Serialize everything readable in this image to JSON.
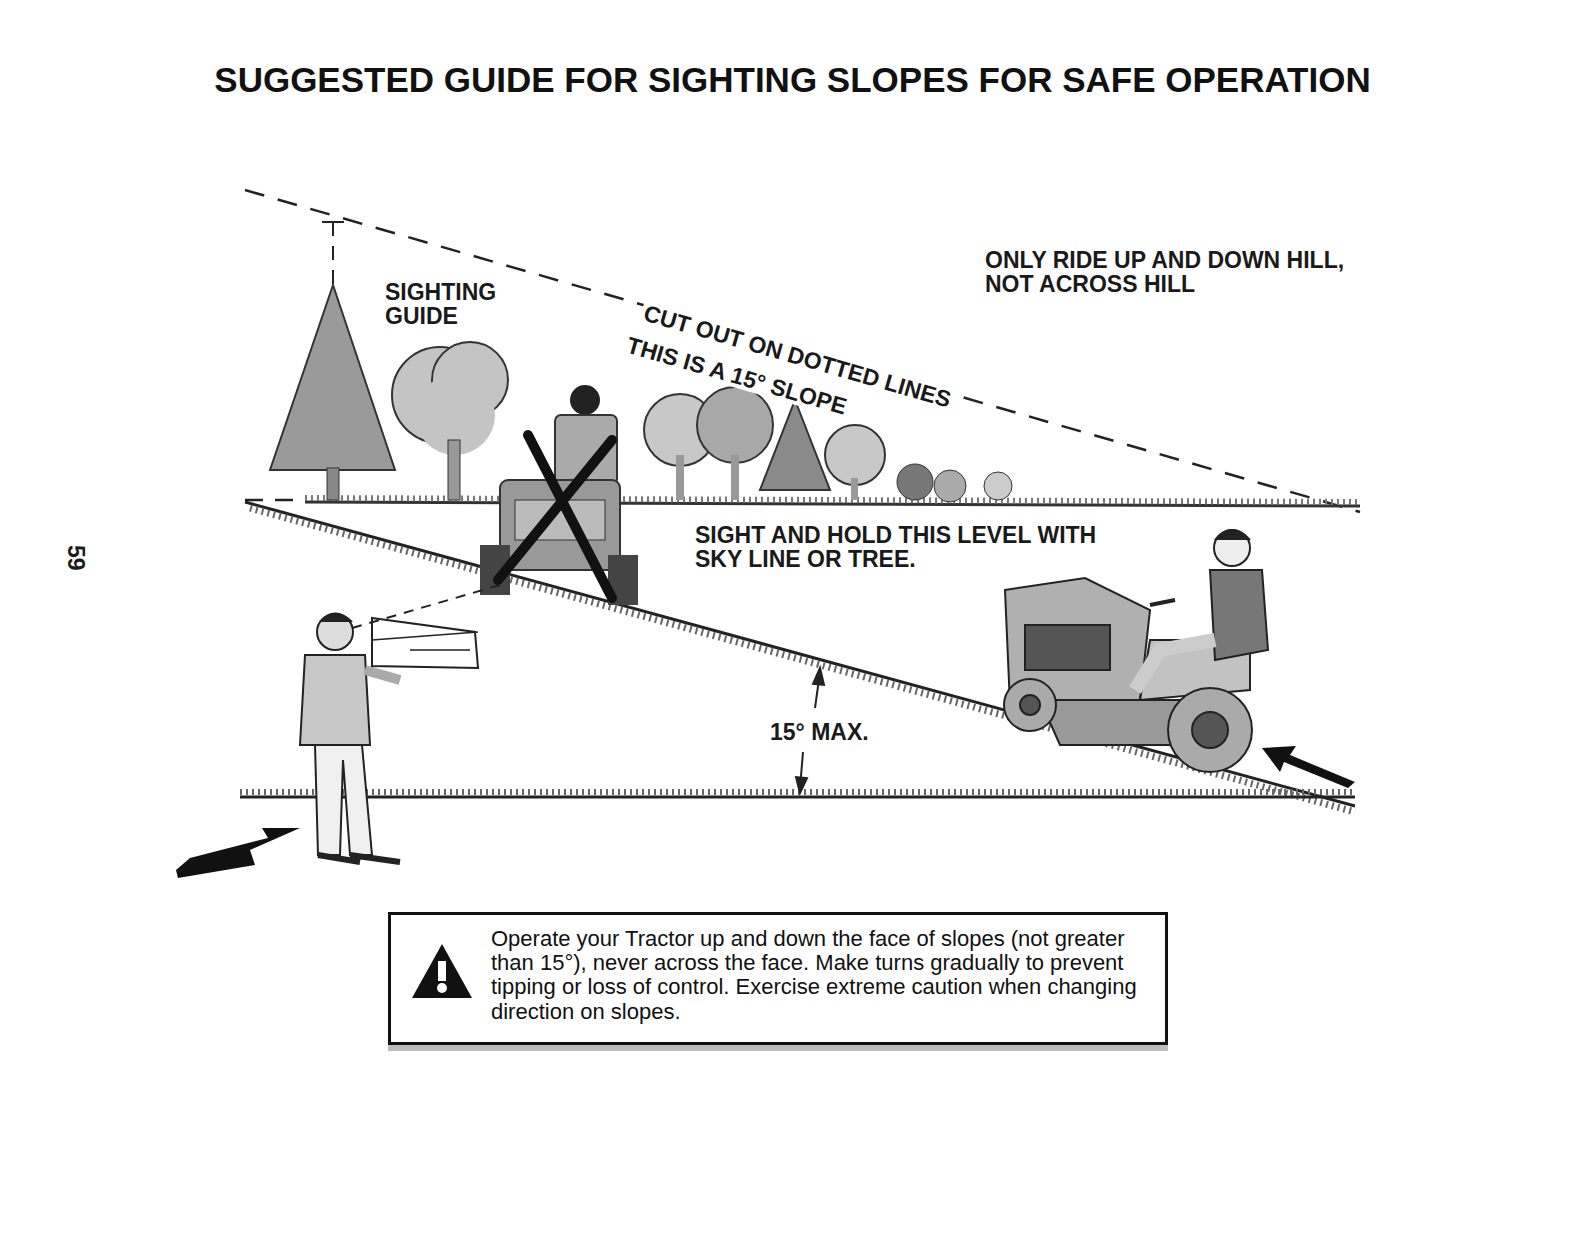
{
  "diagram": {
    "title": "SUGGESTED GUIDE FOR SIGHTING SLOPES FOR SAFE OPERATION",
    "nodes": [
      {
        "text": [
          "Operate your Tractor up and down the face of slopes (not greater than 15°), never across the face. Make turns gradually to prevent tipping or loss of control. Exercise extreme caution when changing direction on slopes."
        ]
      }
    ],
    "labels": [
      "SIGHTING GUIDE",
      "CUT OUT ON DOTTED LINES",
      "THIS IS A 15° SLOPE",
      "ONLY RIDE UP AND DOWN HILL, NOT ACROSS HILL",
      "SIGHT AND HOLD THIS LEVEL WITH SKY LINE OR TREE.",
      "15° MAX.",
      "59"
    ]
  }
}
